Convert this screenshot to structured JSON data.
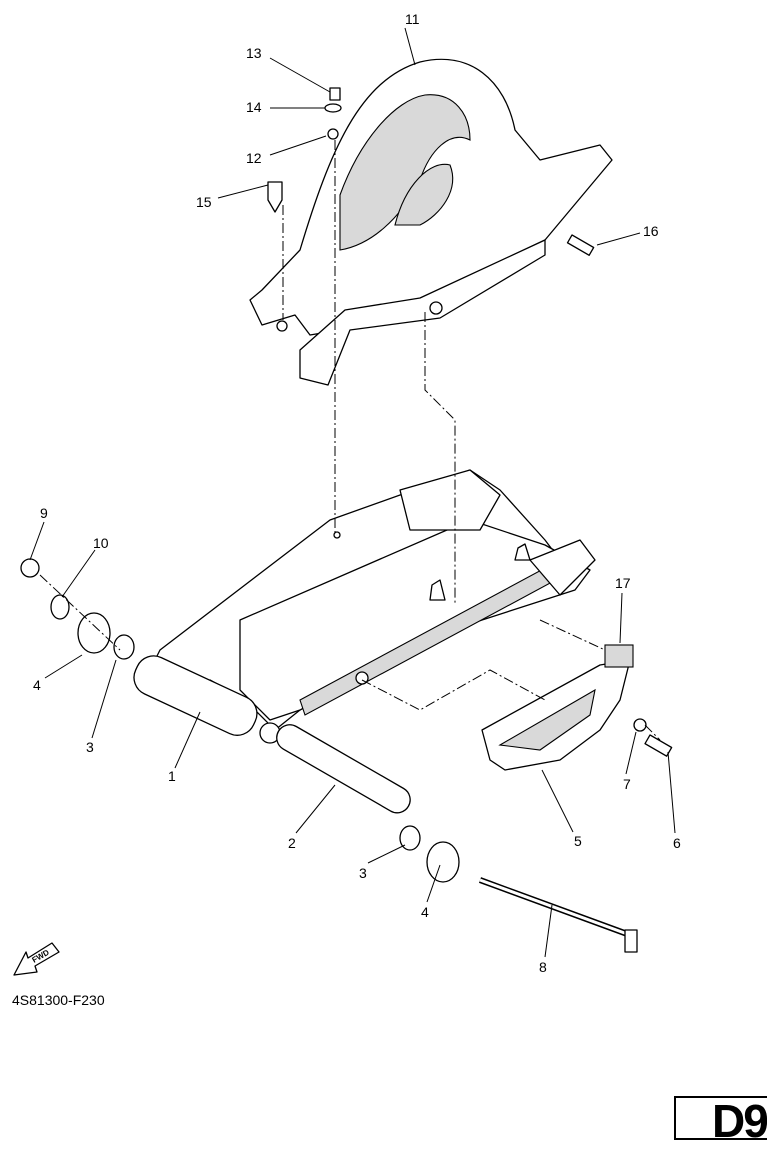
{
  "diagram": {
    "callouts": [
      "11",
      "13",
      "14",
      "12",
      "15",
      "16",
      "9",
      "10",
      "4",
      "3",
      "1",
      "2",
      "3",
      "4",
      "5",
      "7",
      "6",
      "17",
      "8"
    ],
    "fwd_label": "FWD",
    "figure_code": "4S81300-F230",
    "page_label": "D9"
  }
}
